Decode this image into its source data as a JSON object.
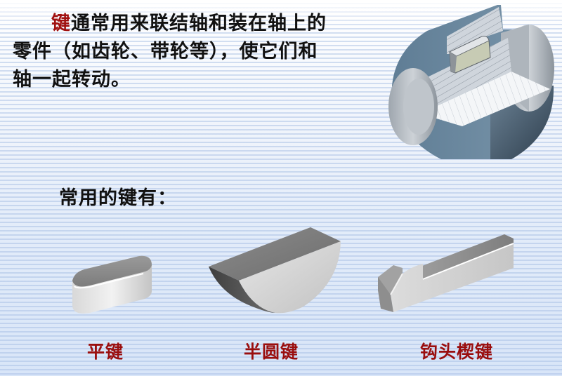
{
  "intro": {
    "keyword": "键",
    "line1_rest": "通常用来联结轴和装在轴上的",
    "line2": "零件（如齿轮、带轮等），使它们和",
    "line3": "轴一起转动。"
  },
  "subhead": "常用的键有：",
  "diagram": {
    "name": "shaft-hub-key-section-view"
  },
  "keys": [
    {
      "label": "平键",
      "figure": "flat-key"
    },
    {
      "label": "半圆键",
      "figure": "woodruff-key"
    },
    {
      "label": "钩头楔键",
      "figure": "gib-head-taper-key"
    }
  ],
  "colors": {
    "keyword": "#a01010",
    "label": "#9a0e0e",
    "text": "#111111",
    "background": "#dfe9f8"
  }
}
